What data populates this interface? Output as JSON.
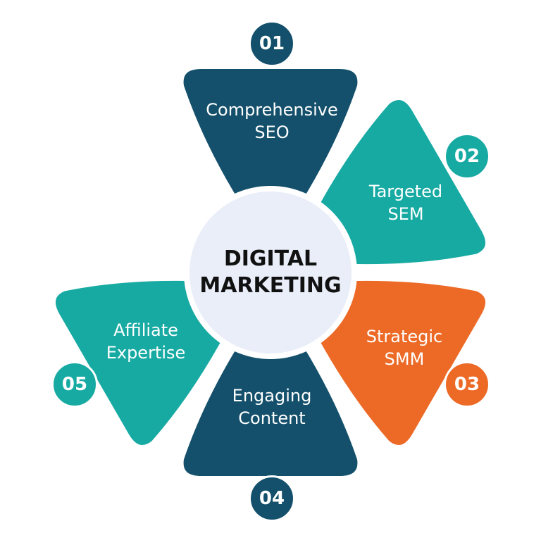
{
  "center": {
    "line1": "DIGITAL",
    "line2": "MARKETING"
  },
  "colors": {
    "dark": "#14506b",
    "teal": "#17aaa3",
    "orange": "#ec6a26",
    "center": "#e9eef9"
  },
  "items": [
    {
      "number": "01",
      "line1": "Comprehensive",
      "line2": "SEO",
      "color": "dark"
    },
    {
      "number": "02",
      "line1": "Targeted",
      "line2": "SEM",
      "color": "teal"
    },
    {
      "number": "03",
      "line1": "Strategic",
      "line2": "SMM",
      "color": "orange"
    },
    {
      "number": "04",
      "line1": "Engaging",
      "line2": "Content",
      "color": "dark"
    },
    {
      "number": "05",
      "line1": "Affiliate",
      "line2": "Expertise",
      "color": "teal"
    }
  ]
}
